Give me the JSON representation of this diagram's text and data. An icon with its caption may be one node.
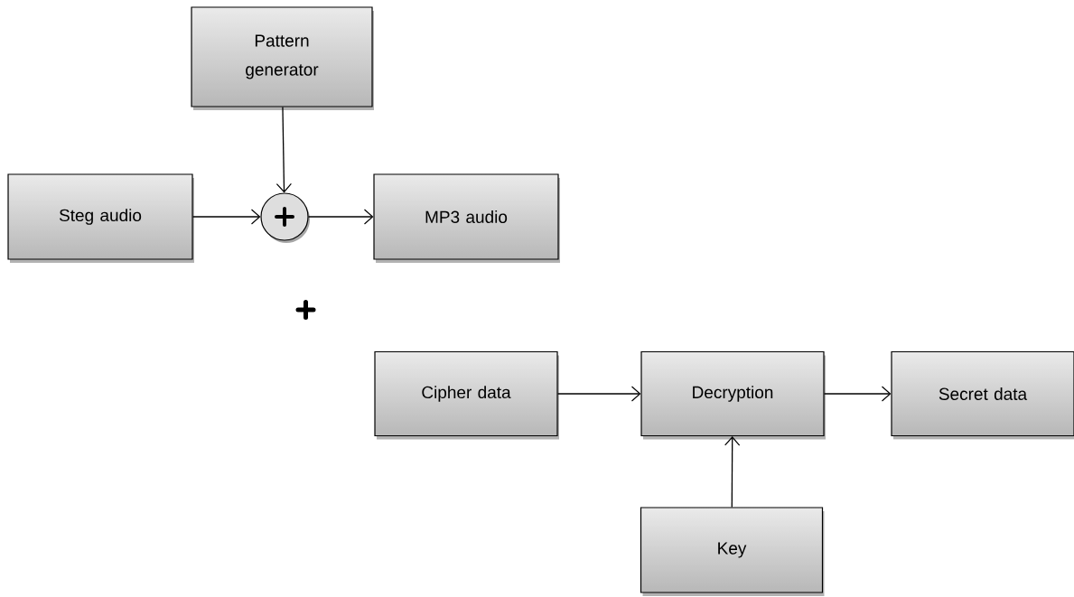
{
  "diagram": {
    "nodes": [
      {
        "text": [
          "Pattern generator"
        ]
      },
      {
        "text": [
          "Steg audio"
        ]
      },
      {
        "text": [],
        "shape": "circle"
      },
      {
        "text": [
          "MP3 audio"
        ]
      },
      {
        "text": [
          "Cipher data"
        ]
      },
      {
        "text": [
          "Decryption"
        ]
      },
      {
        "text": [
          "Secret data"
        ]
      },
      {
        "text": [
          "Key"
        ]
      }
    ],
    "edges": [
      {
        "from": 0,
        "to": 2,
        "arrow": "to"
      },
      {
        "from": 1,
        "to": 2,
        "arrow": "to"
      },
      {
        "from": 2,
        "to": 3,
        "arrow": "to"
      },
      {
        "from": 4,
        "to": 5,
        "arrow": "to"
      },
      {
        "from": 5,
        "to": 6,
        "arrow": "to"
      },
      {
        "from": 7,
        "to": 5,
        "arrow": "to"
      }
    ]
  }
}
